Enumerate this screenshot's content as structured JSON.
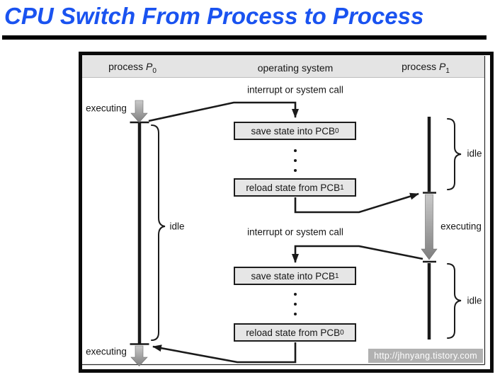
{
  "slide": {
    "title": "CPU Switch From Process to Process",
    "title_color": "#1a53f0",
    "divider_color": "#000000"
  },
  "diagram": {
    "header": {
      "col0": {
        "prefix": "process ",
        "var": "P",
        "sub": "0"
      },
      "col1": {
        "prefix": "operating system"
      },
      "col2": {
        "prefix": "process ",
        "var": "P",
        "sub": "1"
      }
    },
    "labels": {
      "interrupt_top": "interrupt or system call",
      "interrupt_bottom": "interrupt or system call",
      "p0_executing_top": "executing",
      "p0_idle": "idle",
      "p0_executing_bottom": "executing",
      "p1_idle_top": "idle",
      "p1_executing": "executing",
      "p1_idle_bottom": "idle"
    },
    "boxes": [
      {
        "text": "save state into PCB",
        "sub": "0"
      },
      {
        "text": "reload state from PCB",
        "sub": "1"
      },
      {
        "text": "save state into PCB",
        "sub": "1"
      },
      {
        "text": "reload state from PCB",
        "sub": "0"
      }
    ],
    "colors": {
      "line": "#1a1a1a",
      "box_fill": "#e6e6e6",
      "box_border": "#1c1c1c",
      "header_fill": "#e4e4e4",
      "executing_arrow_light": "#c9c9c9",
      "executing_arrow_dark": "#7f7f7f"
    }
  },
  "watermark": {
    "url_text": "http://jhnyang.tistory.com",
    "bg": "#b1b1b1",
    "text_color": "#ffffff"
  }
}
